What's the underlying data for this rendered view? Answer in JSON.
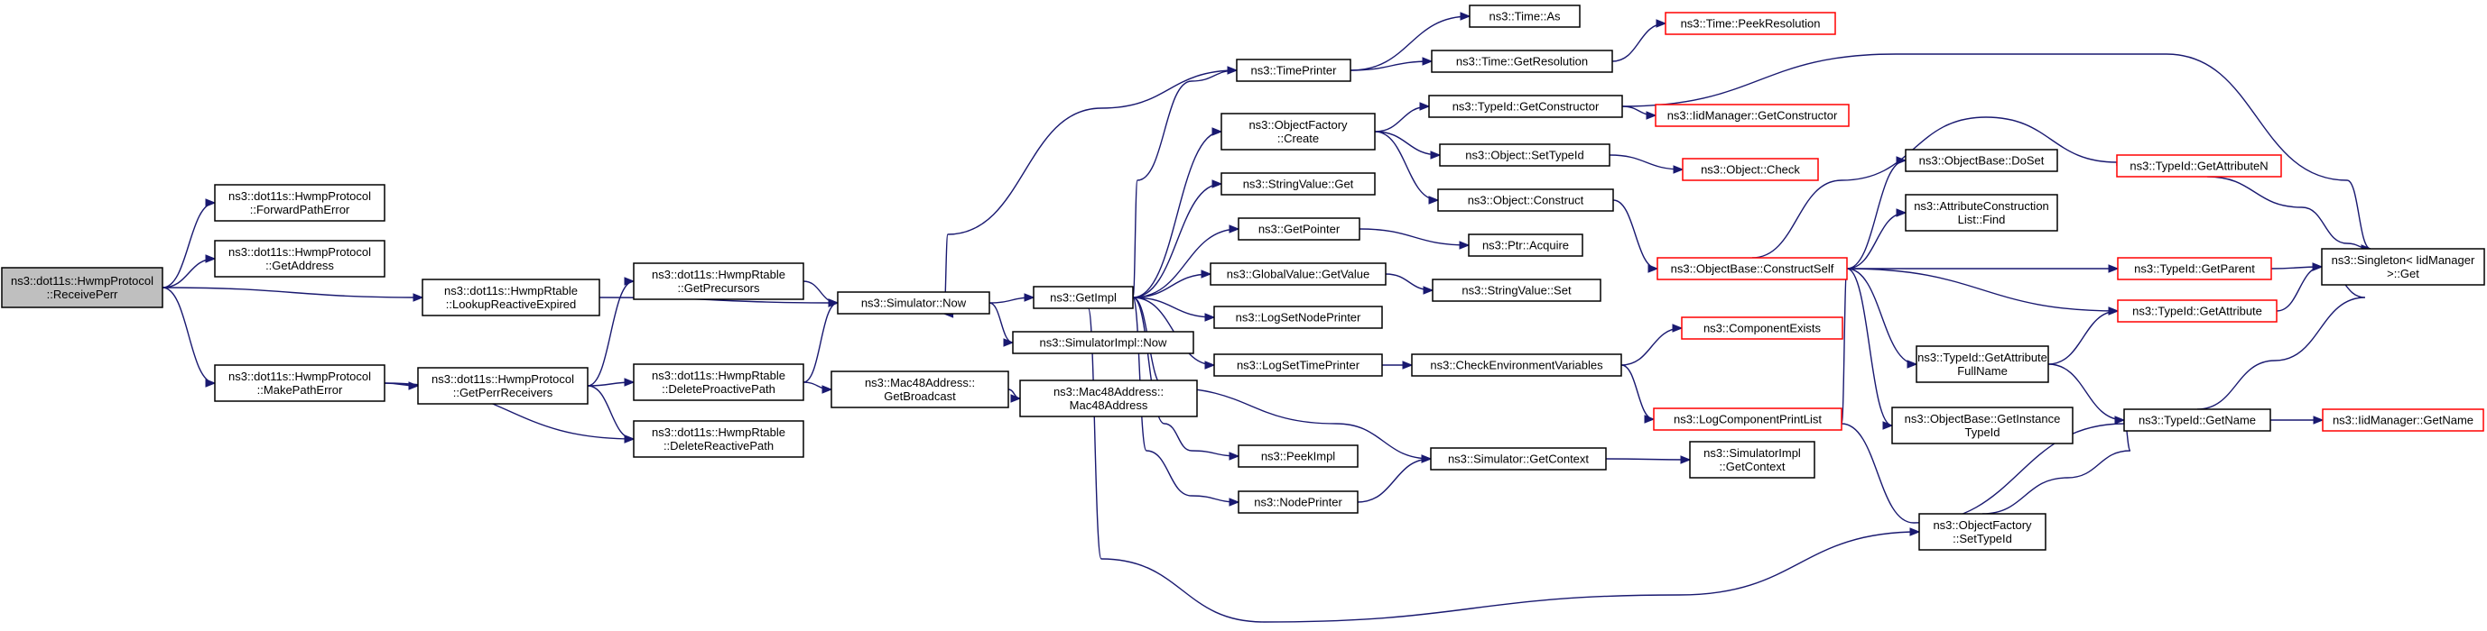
{
  "diagram": {
    "edge_color": "#191970",
    "external_border_color": "#ff0000",
    "root_fill": "#bfbfbf",
    "nodes": [
      {
        "id": "root",
        "lines": [
          "ns3::dot11s::HwmpProtocol",
          "::ReceivePerr"
        ],
        "kind": "root"
      },
      {
        "id": "fwdPathErr",
        "lines": [
          "ns3::dot11s::HwmpProtocol",
          "::ForwardPathError"
        ]
      },
      {
        "id": "getAddress",
        "lines": [
          "ns3::dot11s::HwmpProtocol",
          "::GetAddress"
        ]
      },
      {
        "id": "lookupRE",
        "lines": [
          "ns3::dot11s::HwmpRtable",
          "::LookupReactiveExpired"
        ]
      },
      {
        "id": "makePathErr",
        "lines": [
          "ns3::dot11s::HwmpProtocol",
          "::MakePathError"
        ]
      },
      {
        "id": "getPerrRecv",
        "lines": [
          "ns3::dot11s::HwmpProtocol",
          "::GetPerrReceivers"
        ]
      },
      {
        "id": "getPrecursors",
        "lines": [
          "ns3::dot11s::HwmpRtable",
          "::GetPrecursors"
        ]
      },
      {
        "id": "delProactive",
        "lines": [
          "ns3::dot11s::HwmpRtable",
          "::DeleteProactivePath"
        ]
      },
      {
        "id": "delReactive",
        "lines": [
          "ns3::dot11s::HwmpRtable",
          "::DeleteReactivePath"
        ]
      },
      {
        "id": "simNow",
        "lines": [
          "ns3::Simulator::Now"
        ]
      },
      {
        "id": "getBroadcast",
        "lines": [
          "ns3::Mac48Address::",
          "GetBroadcast"
        ]
      },
      {
        "id": "mac48",
        "lines": [
          "ns3::Mac48Address::",
          "Mac48Address"
        ]
      },
      {
        "id": "getImpl",
        "lines": [
          "ns3::GetImpl"
        ]
      },
      {
        "id": "simImplNow",
        "lines": [
          "ns3::SimulatorImpl::Now"
        ]
      },
      {
        "id": "timePrinter",
        "lines": [
          "ns3::TimePrinter"
        ]
      },
      {
        "id": "objFactCreate",
        "lines": [
          "ns3::ObjectFactory",
          "::Create"
        ]
      },
      {
        "id": "strValGet",
        "lines": [
          "ns3::StringValue::Get"
        ]
      },
      {
        "id": "getPointer",
        "lines": [
          "ns3::GetPointer"
        ]
      },
      {
        "id": "globalValGet",
        "lines": [
          "ns3::GlobalValue::GetValue"
        ]
      },
      {
        "id": "logSetNode",
        "lines": [
          "ns3::LogSetNodePrinter"
        ]
      },
      {
        "id": "logSetTime",
        "lines": [
          "ns3::LogSetTimePrinter"
        ]
      },
      {
        "id": "peekImpl",
        "lines": [
          "ns3::PeekImpl"
        ]
      },
      {
        "id": "nodePrinter",
        "lines": [
          "ns3::NodePrinter"
        ]
      },
      {
        "id": "timeAs",
        "lines": [
          "ns3::Time::As"
        ]
      },
      {
        "id": "timeGetRes",
        "lines": [
          "ns3::Time::GetResolution"
        ]
      },
      {
        "id": "timePeekRes",
        "lines": [
          "ns3::Time::PeekResolution"
        ],
        "kind": "ext"
      },
      {
        "id": "typeIdGetCtor",
        "lines": [
          "ns3::TypeId::GetConstructor"
        ]
      },
      {
        "id": "iidGetCtor",
        "lines": [
          "ns3::IidManager::GetConstructor"
        ],
        "kind": "ext"
      },
      {
        "id": "objSetTypeId",
        "lines": [
          "ns3::Object::SetTypeId"
        ]
      },
      {
        "id": "objCheck",
        "lines": [
          "ns3::Object::Check"
        ],
        "kind": "ext"
      },
      {
        "id": "objConstruct",
        "lines": [
          "ns3::Object::Construct"
        ]
      },
      {
        "id": "ptrAcquire",
        "lines": [
          "ns3::Ptr::Acquire"
        ]
      },
      {
        "id": "strValSet",
        "lines": [
          "ns3::StringValue::Set"
        ]
      },
      {
        "id": "checkEnv",
        "lines": [
          "ns3::CheckEnvironmentVariables"
        ]
      },
      {
        "id": "compExists",
        "lines": [
          "ns3::ComponentExists"
        ],
        "kind": "ext"
      },
      {
        "id": "logCompPrint",
        "lines": [
          "ns3::LogComponentPrintList"
        ],
        "kind": "ext"
      },
      {
        "id": "simGetCtx",
        "lines": [
          "ns3::Simulator::GetContext"
        ]
      },
      {
        "id": "simImplGetCtx",
        "lines": [
          "ns3::SimulatorImpl",
          "::GetContext"
        ]
      },
      {
        "id": "objBaseConstructSelf",
        "lines": [
          "ns3::ObjectBase::ConstructSelf"
        ],
        "kind": "ext"
      },
      {
        "id": "objBaseDoSet",
        "lines": [
          "ns3::ObjectBase::DoSet"
        ]
      },
      {
        "id": "attrConsFind",
        "lines": [
          "ns3::AttributeConstruction",
          "List::Find"
        ]
      },
      {
        "id": "typeIdGetAttrFull",
        "lines": [
          "ns3::TypeId::GetAttribute",
          "FullName"
        ]
      },
      {
        "id": "objBaseGetInst",
        "lines": [
          "ns3::ObjectBase::GetInstance",
          "TypeId"
        ]
      },
      {
        "id": "objFactSetTypeId",
        "lines": [
          "ns3::ObjectFactory",
          "::SetTypeId"
        ]
      },
      {
        "id": "typeIdGetAttrN",
        "lines": [
          "ns3::TypeId::GetAttributeN"
        ],
        "kind": "ext"
      },
      {
        "id": "typeIdGetParent",
        "lines": [
          "ns3::TypeId::GetParent"
        ],
        "kind": "ext"
      },
      {
        "id": "typeIdGetAttr",
        "lines": [
          "ns3::TypeId::GetAttribute"
        ],
        "kind": "ext"
      },
      {
        "id": "typeIdGetName",
        "lines": [
          "ns3::TypeId::GetName"
        ]
      },
      {
        "id": "singletonGet",
        "lines": [
          "ns3::Singleton< IidManager",
          " >::Get"
        ]
      },
      {
        "id": "iidGetName",
        "lines": [
          "ns3::IidManager::GetName"
        ],
        "kind": "ext"
      }
    ],
    "edges": [
      [
        "root",
        "fwdPathErr"
      ],
      [
        "root",
        "getAddress"
      ],
      [
        "root",
        "lookupRE"
      ],
      [
        "root",
        "makePathErr"
      ],
      [
        "lookupRE",
        "simNow"
      ],
      [
        "makePathErr",
        "getPerrRecv"
      ],
      [
        "makePathErr",
        "delReactive"
      ],
      [
        "getPerrRecv",
        "getPrecursors"
      ],
      [
        "getPerrRecv",
        "delProactive"
      ],
      [
        "getPerrRecv",
        "delReactive"
      ],
      [
        "getPrecursors",
        "simNow"
      ],
      [
        "delProactive",
        "simNow"
      ],
      [
        "delProactive",
        "getBroadcast"
      ],
      [
        "getBroadcast",
        "mac48"
      ],
      [
        "simNow",
        "getImpl"
      ],
      [
        "simNow",
        "simImplNow"
      ],
      [
        "getImpl",
        "timePrinter"
      ],
      [
        "getImpl",
        "objFactCreate"
      ],
      [
        "getImpl",
        "strValGet"
      ],
      [
        "getImpl",
        "getPointer"
      ],
      [
        "getImpl",
        "globalValGet"
      ],
      [
        "getImpl",
        "logSetNode"
      ],
      [
        "getImpl",
        "logSetTime"
      ],
      [
        "getImpl",
        "peekImpl"
      ],
      [
        "getImpl",
        "nodePrinter"
      ],
      [
        "getImpl",
        "simGetCtx"
      ],
      [
        "getImpl",
        "objFactSetTypeId"
      ],
      [
        "timePrinter",
        "simNow"
      ],
      [
        "timePrinter",
        "timeAs"
      ],
      [
        "timePrinter",
        "timeGetRes"
      ],
      [
        "timeGetRes",
        "timePeekRes"
      ],
      [
        "objFactCreate",
        "typeIdGetCtor"
      ],
      [
        "objFactCreate",
        "objSetTypeId"
      ],
      [
        "objFactCreate",
        "objConstruct"
      ],
      [
        "typeIdGetCtor",
        "iidGetCtor"
      ],
      [
        "typeIdGetCtor",
        "singletonGet"
      ],
      [
        "objSetTypeId",
        "objCheck"
      ],
      [
        "objConstruct",
        "objBaseConstructSelf"
      ],
      [
        "getPointer",
        "ptrAcquire"
      ],
      [
        "globalValGet",
        "strValSet"
      ],
      [
        "logSetTime",
        "checkEnv"
      ],
      [
        "checkEnv",
        "compExists"
      ],
      [
        "checkEnv",
        "logCompPrint"
      ],
      [
        "nodePrinter",
        "simGetCtx"
      ],
      [
        "simGetCtx",
        "simImplGetCtx"
      ],
      [
        "objBaseConstructSelf",
        "objBaseDoSet"
      ],
      [
        "objBaseConstructSelf",
        "attrConsFind"
      ],
      [
        "objBaseConstructSelf",
        "typeIdGetAttrFull"
      ],
      [
        "objBaseConstructSelf",
        "objBaseGetInst"
      ],
      [
        "objBaseConstructSelf",
        "typeIdGetAttrN"
      ],
      [
        "objBaseConstructSelf",
        "typeIdGetParent"
      ],
      [
        "objBaseConstructSelf",
        "typeIdGetAttr"
      ],
      [
        "objBaseConstructSelf",
        "typeIdGetName"
      ],
      [
        "typeIdGetAttrFull",
        "typeIdGetAttr"
      ],
      [
        "typeIdGetAttrFull",
        "typeIdGetName"
      ],
      [
        "objFactSetTypeId",
        "typeIdGetName"
      ],
      [
        "typeIdGetAttrN",
        "singletonGet"
      ],
      [
        "typeIdGetParent",
        "singletonGet"
      ],
      [
        "typeIdGetAttr",
        "singletonGet"
      ],
      [
        "typeIdGetName",
        "singletonGet"
      ],
      [
        "typeIdGetName",
        "iidGetName"
      ]
    ]
  }
}
